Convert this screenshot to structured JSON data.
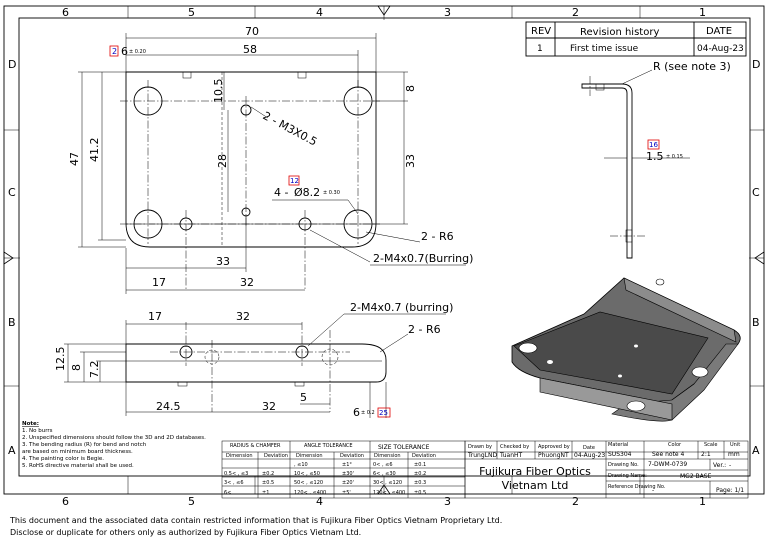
{
  "zones": {
    "top": [
      "6",
      "5",
      "4",
      "3",
      "2",
      "1"
    ],
    "side": [
      "D",
      "C",
      "B",
      "A"
    ]
  },
  "revision": {
    "headers": [
      "REV",
      "Revision history",
      "DATE"
    ],
    "rows": [
      [
        "1",
        "First time issue",
        "04-Aug-23"
      ]
    ]
  },
  "top_view": {
    "width_dim": "70",
    "inner_dim": "58",
    "six_dim": "6",
    "six_tol": "± 0.20",
    "six_mark": "2",
    "d105": "10.5",
    "d8": "8",
    "d47": "47",
    "d412": "41.2",
    "d28": "28",
    "d33v": "33",
    "d33h": "33",
    "d17": "17",
    "d32": "32",
    "m3_callout": "2 - M3X0.5",
    "hole_mark": "12",
    "hole_prefix": "4 -",
    "hole_dia": "Ø8.2",
    "hole_tol": "± 0.30",
    "r6": "2 - R6",
    "m4": "2-M4x0.7(Burring)"
  },
  "side_view": {
    "note": "R (see note 3)",
    "mark": "16",
    "thk": "1.5",
    "thk_tol": "± 0.15"
  },
  "front_view": {
    "d17": "17",
    "d32a": "32",
    "m4": "2-M4x0.7 (burring)",
    "r6": "2 - R6",
    "d125": "12.5",
    "d8": "8",
    "d72": "7.2",
    "d245": "24.5",
    "d32b": "32",
    "d5": "5",
    "d6": "6",
    "d6_tol": "± 0.2",
    "d6_mark": "25"
  },
  "notes": {
    "title": "Note:",
    "lines": [
      "1. No burrs",
      "2. Unspecified dimensions should follow the 3D and 2D databases.",
      "3. The bending radius (R) for bend and notch",
      "are based on minimum board thickness.",
      "4. The painting color is Begie.",
      "5. RoHS directive material shall be used."
    ]
  },
  "tolerance": {
    "radius_title": "RADIUS & CHAMFER",
    "angle_title": "ANGLE TOLERANCE",
    "size_title": "SIZE TOLERANCE",
    "col_dim": "Dimension",
    "col_dev": "Deviation",
    "radius_rows": [
      [
        "0.5< , ≤3",
        "±0.2"
      ],
      [
        "3< , ≤6",
        "±0.5"
      ],
      [
        "6<",
        "±1"
      ]
    ],
    "angle_rows": [
      [
        ", ≤10",
        "±1°"
      ],
      [
        "10< , ≤50",
        "±30'"
      ],
      [
        "50< , ≤120",
        "±20'"
      ],
      [
        "120< , ≤400",
        "±5'"
      ]
    ],
    "size_rows": [
      [
        "0< , ≤6",
        "±0.1"
      ],
      [
        "6< , ≤30",
        "±0.2"
      ],
      [
        "30< , ≤120",
        "±0.3"
      ],
      [
        "120< , ≤400",
        "±0.5"
      ]
    ]
  },
  "title_block": {
    "drawn_label": "Drawn by",
    "drawn": "TrungLND",
    "checked_label": "Checked by",
    "checked": "TuanHT",
    "approved_label": "Approved by",
    "approved": "PhuongNT",
    "date_label": "Date",
    "date": "04-Aug-23",
    "material_label": "Material",
    "material": "SUS304",
    "color_label": "Color",
    "color": "See note 4",
    "scale_label": "Scale",
    "scale": "2:1",
    "unit_label": "Unit",
    "unit": "mm",
    "company_line1": "Fujikura Fiber Optics",
    "company_line2": "Vietnam Ltd",
    "drawing_no_label": "Drawing No.",
    "drawing_no": "7-DWM-0739",
    "ver_label": "Ver.:",
    "ver": "-",
    "drawing_name_label": "Drawing Name:",
    "drawing_name": "MG2 BASE",
    "ref_label": "Reference Drawing No.",
    "ref": "-",
    "page_label": "Page: 1/1"
  },
  "disclaimer": {
    "line1": "This document and the associated data contain restricted information that is Fujikura Fiber Optics Vietnam Proprietary Ltd.",
    "line2": "Disclose or duplicate for others only as authorized by Fujikura Fiber Optics Vietnam Ltd."
  }
}
